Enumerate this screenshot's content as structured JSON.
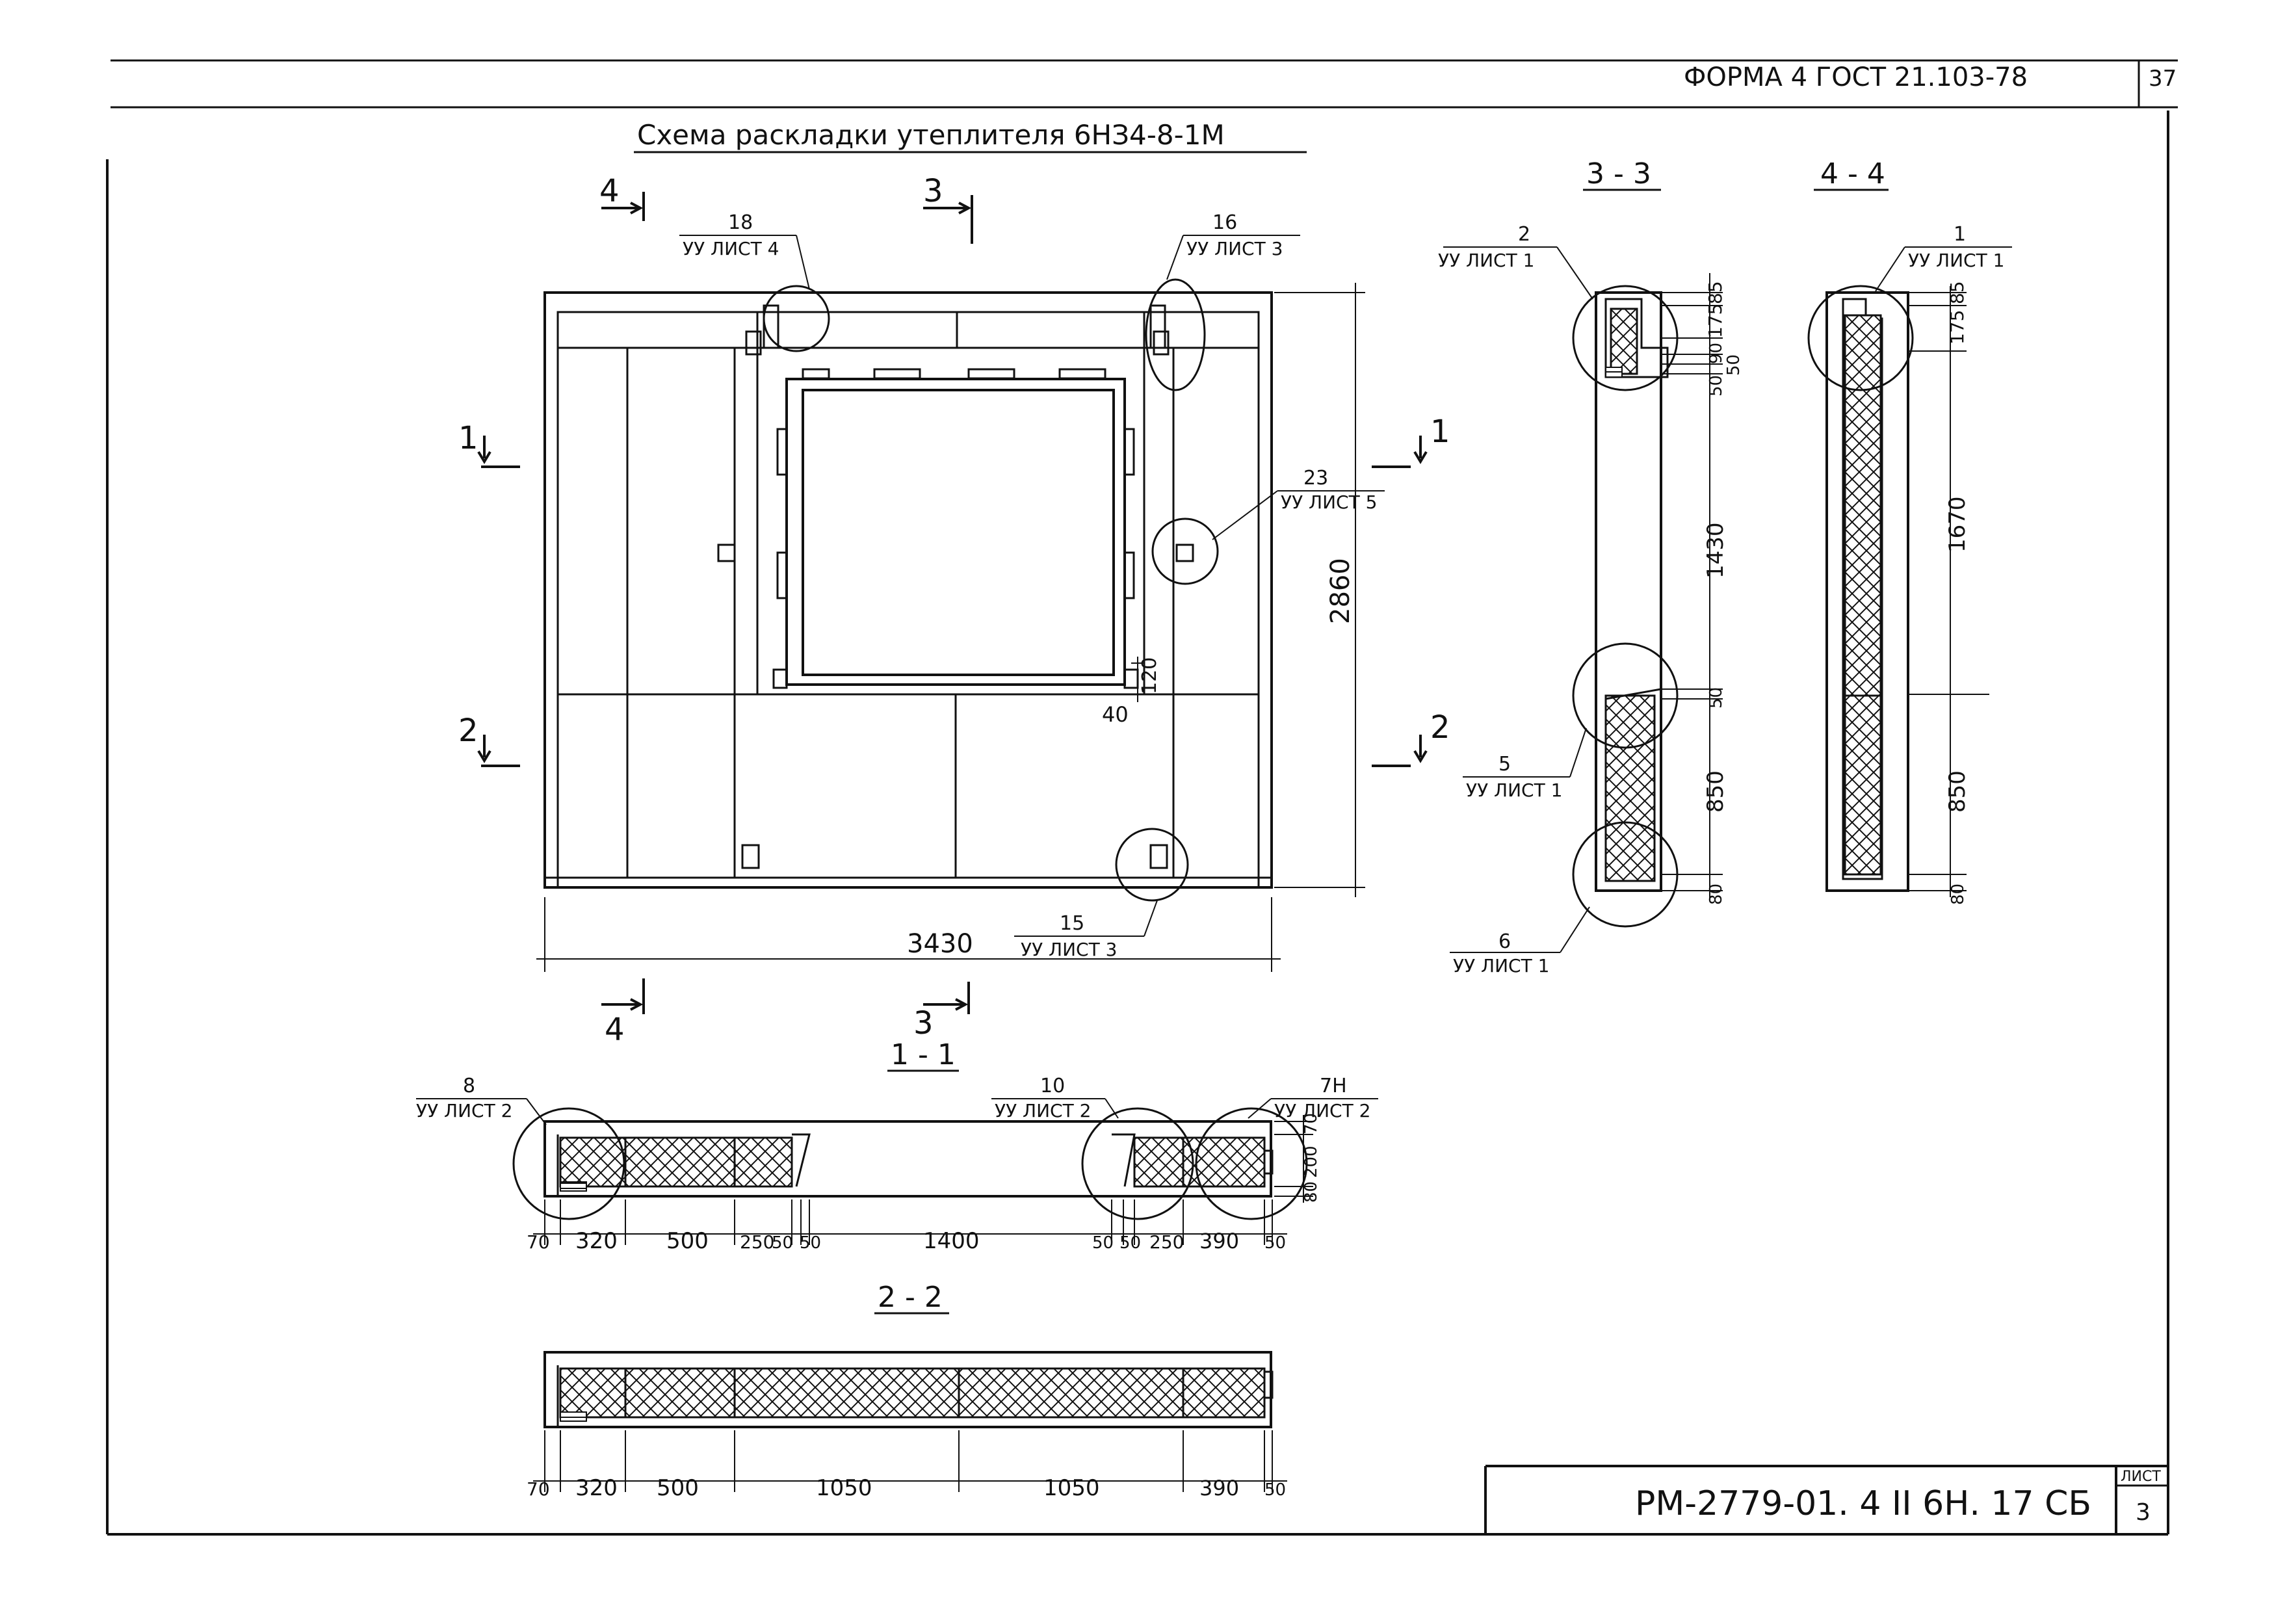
{
  "header": {
    "form_label": "ФОРМА 4 ГОСТ 21.103-78",
    "page_number": "37"
  },
  "main_title": "Схема раскладки утеплителя 6НЗ4-8-1М",
  "section_marks": {
    "s1": "1",
    "s2": "2",
    "s3": "3",
    "s4": "4",
    "sec_1_1": "1 - 1",
    "sec_2_2": "2 - 2",
    "sec_3_3": "3 - 3",
    "sec_4_4": "4 - 4"
  },
  "callouts": {
    "c18": {
      "num": "18",
      "ref": "УУ ЛИСТ 4"
    },
    "c16": {
      "num": "16",
      "ref": "УУ ЛИСТ 3"
    },
    "c23": {
      "num": "23",
      "ref": "УУ ЛИСТ 5"
    },
    "c15": {
      "num": "15",
      "ref": "УУ ЛИСТ 3"
    },
    "c2": {
      "num": "2",
      "ref": "УУ ЛИСТ 1"
    },
    "c5": {
      "num": "5",
      "ref": "УУ ЛИСТ 1"
    },
    "c6": {
      "num": "6",
      "ref": "УУ ЛИСТ 1"
    },
    "c1": {
      "num": "1",
      "ref": "УУ ЛИСТ 1"
    },
    "c8": {
      "num": "8",
      "ref": "УУ ЛИСТ 2"
    },
    "c10": {
      "num": "10",
      "ref": "УУ ЛИСТ 2"
    },
    "c7": {
      "num": "7Н",
      "ref": "УУ ЛИСТ 2"
    }
  },
  "dimensions": {
    "plan_width": "3430",
    "plan_height": "2860",
    "d120": "120",
    "d40": "40",
    "s33": [
      "85",
      "175",
      "90",
      "50",
      "50",
      "1430",
      "50",
      "850",
      "80"
    ],
    "s44": [
      "85",
      "175",
      "1670",
      "850",
      "80"
    ],
    "s11_bottom": [
      "70",
      "320",
      "500",
      "250",
      "50",
      "50",
      "1400",
      "50",
      "50",
      "250",
      "390",
      "50"
    ],
    "s11_right": [
      "70",
      "200",
      "80"
    ],
    "s22_bottom": [
      "70",
      "320",
      "500",
      "1050",
      "1050",
      "390",
      "50"
    ]
  },
  "title_block": {
    "doc_code": "РМ-2779-01. 4 II 6Н. 17 СБ",
    "sheet_label": "ЛИСТ",
    "sheet_number": "3"
  }
}
